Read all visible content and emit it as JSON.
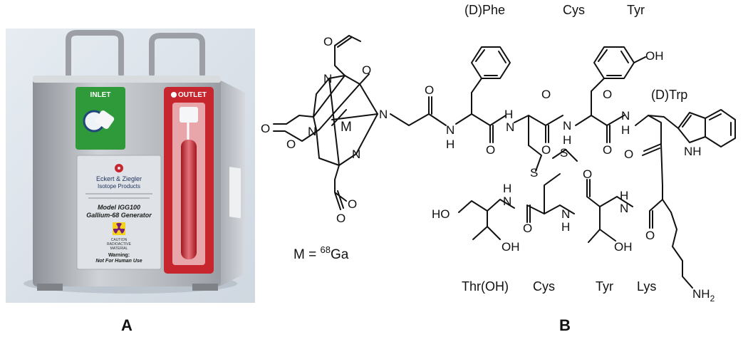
{
  "panels": {
    "a": "A",
    "b": "B"
  },
  "generator": {
    "inlet_label": "INLET",
    "outlet_label": "OUTLET",
    "brand_line1": "Eckert & Ziegler",
    "brand_line2": "Isotope Products",
    "model_line1": "Model IGG100",
    "model_line2": "Gallium-68 Generator",
    "caution_line1": "CAUTION",
    "caution_line2": "RADIOACTIVE",
    "caution_line3": "MATERIAL",
    "warning_line1": "Warning:",
    "warning_line2": "Not For Human Use",
    "colors": {
      "body_steel": "#b9bcc2",
      "inlet_green": "#2e9a3a",
      "outlet_red": "#c8262e",
      "background": "#dfe6ee",
      "hazard_yellow": "#f2d21b"
    }
  },
  "structure": {
    "residues": {
      "phe": "(D)Phe",
      "cys_top": "Cys",
      "tyr_top": "Tyr",
      "trp": "(D)Trp",
      "thr": "Thr(OH)",
      "cys_bottom": "Cys",
      "tyr_bottom": "Tyr",
      "lys": "Lys"
    },
    "atoms": {
      "N": "N",
      "M": "M",
      "O": "O",
      "H": "H",
      "S": "S",
      "OH": "OH",
      "HO": "HO",
      "NH": "NH",
      "NH2_main": "NH",
      "NH2_sub": "2"
    },
    "metal": {
      "prefix": "M = ",
      "mass": "68",
      "element": "Ga"
    }
  }
}
